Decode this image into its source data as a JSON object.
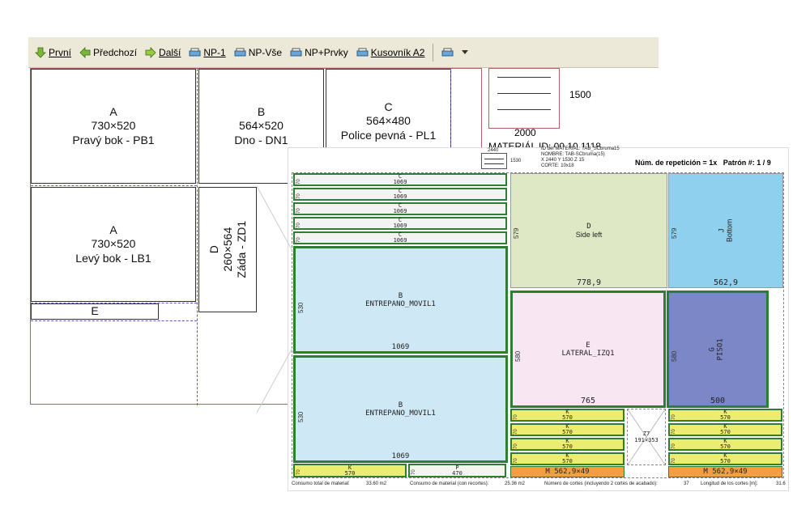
{
  "toolbar": {
    "first": "První",
    "prev": "Předchozí",
    "next": "Další",
    "np1": "NP-1",
    "np_all": "NP-Vše",
    "np_parts": "NP+Prvky",
    "parts_list": "Kusovník A2"
  },
  "back_sheet": {
    "pieces": [
      {
        "name": "A",
        "size": "730×520",
        "desc": "Pravý bok - PB1"
      },
      {
        "name": "B",
        "size": "564×520",
        "desc": "Dno - DN1"
      },
      {
        "name": "C",
        "size": "564×480",
        "desc": "Police pevná - PL1"
      },
      {
        "name": "A",
        "size": "730×520",
        "desc": "Levý bok - LB1"
      },
      {
        "name": "D",
        "size": "260×564",
        "desc": "Záda - ZD1"
      },
      {
        "name": "E"
      }
    ],
    "legend_height": "1500",
    "legend_width": "2000",
    "material_id": "MATERIÁL ID: 00.10.1118"
  },
  "front_sheet": {
    "legend_w": "2440",
    "legend_h": "1530",
    "info": [
      "ID del MATERIAL: TAB_SCbruma15",
      "NOMBRE: TAB-SCbruma(15)",
      "X 2440 Y 1530 Z 15",
      "CORTE: 10x18"
    ],
    "repetition": "Núm. de repetición = 1x",
    "pattern": "Patrón #: 1 / 9",
    "strips_c": [
      {
        "name": "C",
        "dim": "1069",
        "h": "70"
      },
      {
        "name": "C",
        "dim": "1069",
        "h": "70"
      },
      {
        "name": "C",
        "dim": "1069",
        "h": "70"
      },
      {
        "name": "C",
        "dim": "1069",
        "h": "70"
      },
      {
        "name": "C",
        "dim": "1069",
        "h": "70"
      }
    ],
    "b1": {
      "name": "B",
      "label": "ENTREPANO_MOVIL1",
      "w": "1069",
      "h": "530"
    },
    "b2": {
      "name": "B",
      "label": "ENTREPANO_MOVIL1",
      "w": "1069",
      "h": "530"
    },
    "k_left": {
      "name": "K",
      "dim": "570",
      "h": "70"
    },
    "p": {
      "name": "P",
      "dim": "470",
      "h": "70"
    },
    "d": {
      "name": "D",
      "label": "Side left",
      "w": "778,9",
      "h": "579"
    },
    "j": {
      "name": "J",
      "label": "Bottom",
      "w": "562,9",
      "h": "579"
    },
    "e": {
      "name": "E",
      "label": "LATERAL_IZQ1",
      "w": "765",
      "h": "580"
    },
    "g": {
      "name": "G",
      "label": "PISO1",
      "w": "500",
      "h": "580"
    },
    "k_mid": [
      {
        "name": "K",
        "dim": "570",
        "h": "70"
      },
      {
        "name": "K",
        "dim": "570",
        "h": "70"
      },
      {
        "name": "K",
        "dim": "570",
        "h": "70"
      },
      {
        "name": "K",
        "dim": "570",
        "h": "70"
      }
    ],
    "k_right": [
      {
        "name": "K",
        "dim": "570",
        "h": "70"
      },
      {
        "name": "K",
        "dim": "570",
        "h": "70"
      },
      {
        "name": "K",
        "dim": "570",
        "h": "70"
      },
      {
        "name": "K",
        "dim": "570",
        "h": "70"
      }
    ],
    "z7": {
      "name": "Z7",
      "dim": "191×353"
    },
    "m1": "M 562,9×49",
    "m2": "M 562,9×49",
    "footer": {
      "consumo_label": "Consumo total de material:",
      "consumo_val": "33.60 m2",
      "consumo_rec_label": "Consumo de material (con recortes):",
      "consumo_rec_val": "25.36 m2",
      "cortes_label": "Número de cortes (incluyendo 2 cortes de acabado):",
      "cortes_val": "37",
      "long_label": "Longitud de los cortes [m]:",
      "long_val": "31.6"
    }
  },
  "colors": {
    "green_strip": "#2e7d32",
    "blue_piece": "#cfe8f5",
    "lime": "#dfe8c4",
    "sky": "#8fd0ee",
    "pink": "#f9e6f3",
    "purple": "#7b87c7",
    "yellow": "#ecec70",
    "orange": "#f0a040"
  }
}
